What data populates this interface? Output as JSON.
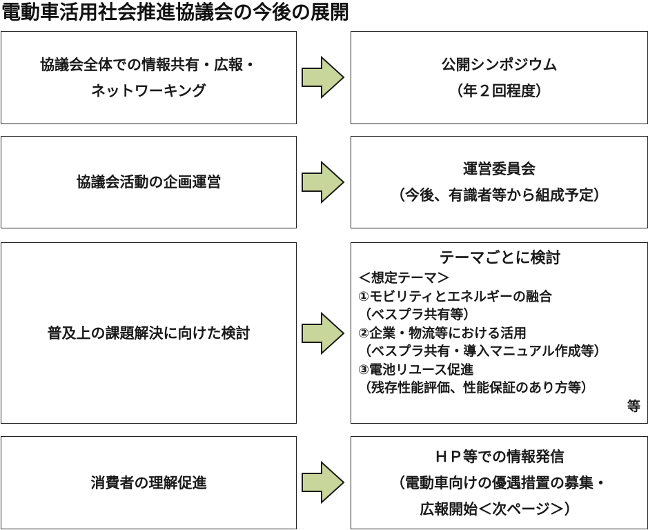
{
  "title": "電動車活用社会推進協議会の今後の展開",
  "colors": {
    "arrow_fill": "#c9d69b",
    "arrow_stroke": "#1a1a1a",
    "box_border": "#222222",
    "text": "#1a1a1a"
  },
  "rows": [
    {
      "activity": [
        "協議会全体での情報共有・広報・",
        "ネットワーキング"
      ],
      "arrow_icon": "right-arrow-icon",
      "outcome": [
        "公開シンポジウム",
        "（年２回程度）"
      ]
    },
    {
      "activity": [
        "協議会活動の企画運営"
      ],
      "arrow_icon": "right-arrow-icon",
      "outcome": [
        "運営委員会",
        "（今後、有識者等から組成予定）"
      ]
    },
    {
      "activity": [
        "普及上の課題解決に向けた検討"
      ],
      "arrow_icon": "right-arrow-icon",
      "outcome_heading": "テーマごとに検討",
      "outcome_lines": [
        "＜想定テーマ＞",
        "①モビリティとエネルギーの融合",
        "（ベスプラ共有等）",
        "②企業・物流等における活用",
        "（ベスプラ共有・導入マニュアル作成等）",
        "③電池リユース促進",
        "（残存性能評価、性能保証のあり方等）"
      ],
      "outcome_etc": "等"
    },
    {
      "activity": [
        "消費者の理解促進"
      ],
      "arrow_icon": "right-arrow-icon",
      "outcome": [
        "ＨＰ等での情報発信",
        "（電動車向けの優遇措置の募集・",
        "広報開始＜次ページ＞）"
      ]
    }
  ]
}
